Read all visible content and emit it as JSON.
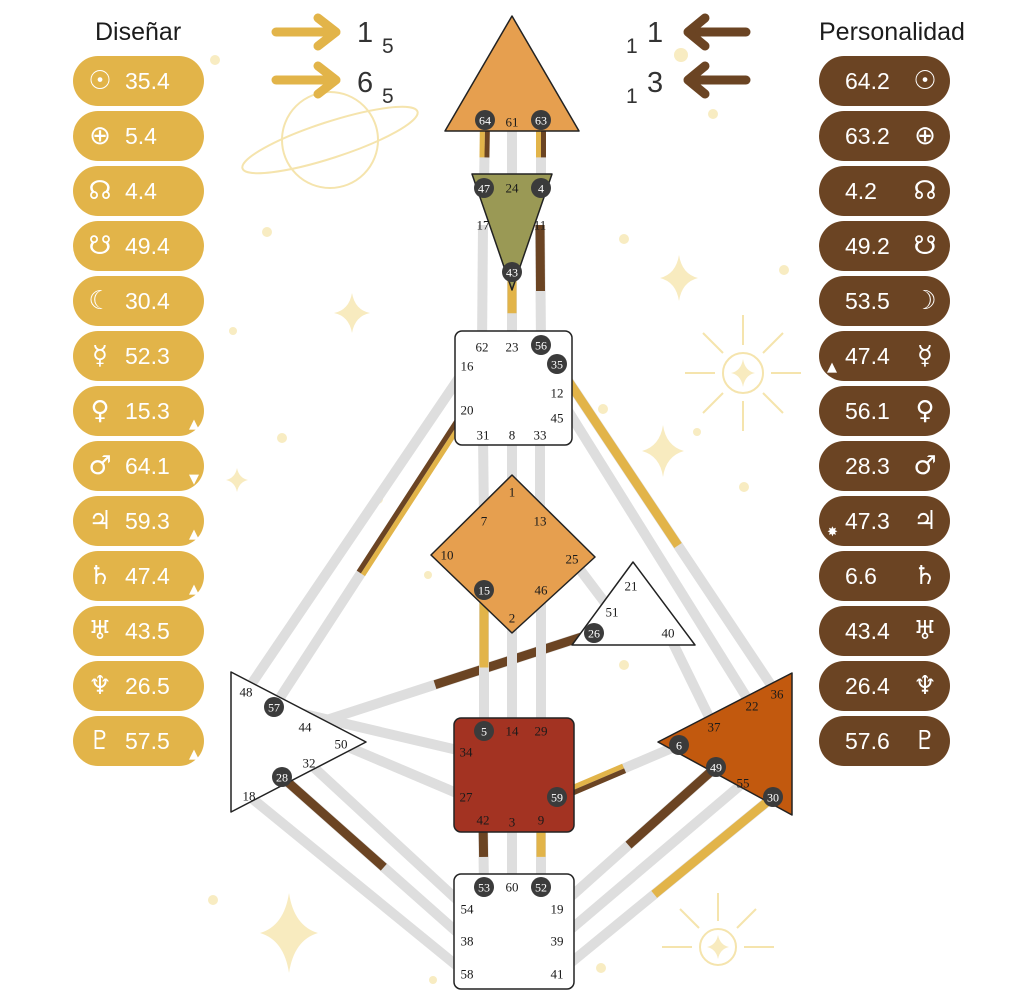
{
  "design_title": "Diseñar",
  "personality_title": "Personalidad",
  "colors": {
    "design": "#e2b449",
    "personality": "#6b4423",
    "channel": "#dedede"
  },
  "arrows": {
    "design": [
      {
        "digit": "1",
        "sub": "5"
      },
      {
        "digit": "6",
        "sub": "5"
      }
    ],
    "personality": [
      {
        "sub": "1",
        "digit": "1"
      },
      {
        "sub": "1",
        "digit": "3"
      }
    ]
  },
  "design": [
    {
      "symbol": "☉",
      "icon": "sun-icon",
      "value": "35.4",
      "mark": ""
    },
    {
      "symbol": "⊕",
      "icon": "earth-icon",
      "value": "5.4",
      "mark": ""
    },
    {
      "symbol": "☊",
      "icon": "north-node-icon",
      "value": "4.4",
      "mark": ""
    },
    {
      "symbol": "☋",
      "icon": "south-node-icon",
      "value": "49.4",
      "mark": ""
    },
    {
      "symbol": "☾",
      "icon": "moon-icon",
      "value": "30.4",
      "mark": ""
    },
    {
      "symbol": "☿",
      "icon": "mercury-icon",
      "value": "52.3",
      "mark": ""
    },
    {
      "symbol": "♀",
      "icon": "venus-icon",
      "value": "15.3",
      "mark": "▲"
    },
    {
      "symbol": "♂",
      "icon": "mars-icon",
      "value": "64.1",
      "mark": "▼"
    },
    {
      "symbol": "♃",
      "icon": "jupiter-icon",
      "value": "59.3",
      "mark": "▲"
    },
    {
      "symbol": "♄",
      "icon": "saturn-icon",
      "value": "47.4",
      "mark": "▲"
    },
    {
      "symbol": "♅",
      "icon": "uranus-icon",
      "value": "43.5",
      "mark": ""
    },
    {
      "symbol": "♆",
      "icon": "neptune-icon",
      "value": "26.5",
      "mark": ""
    },
    {
      "symbol": "♇",
      "icon": "pluto-icon",
      "value": "57.5",
      "mark": "▲"
    }
  ],
  "personality": [
    {
      "symbol": "☉",
      "icon": "sun-icon",
      "value": "64.2",
      "mark": ""
    },
    {
      "symbol": "⊕",
      "icon": "earth-icon",
      "value": "63.2",
      "mark": ""
    },
    {
      "symbol": "☊",
      "icon": "north-node-icon",
      "value": "4.2",
      "mark": ""
    },
    {
      "symbol": "☋",
      "icon": "south-node-icon",
      "value": "49.2",
      "mark": ""
    },
    {
      "symbol": "☽",
      "icon": "moon-icon",
      "value": "53.5",
      "mark": ""
    },
    {
      "symbol": "☿",
      "icon": "mercury-icon",
      "value": "47.4",
      "mark": "▲"
    },
    {
      "symbol": "♀",
      "icon": "venus-icon",
      "value": "56.1",
      "mark": ""
    },
    {
      "symbol": "♂",
      "icon": "mars-icon",
      "value": "28.3",
      "mark": ""
    },
    {
      "symbol": "♃",
      "icon": "jupiter-icon",
      "value": "47.3",
      "mark": "✸"
    },
    {
      "symbol": "♄",
      "icon": "saturn-icon",
      "value": "6.6",
      "mark": ""
    },
    {
      "symbol": "♅",
      "icon": "uranus-icon",
      "value": "43.4",
      "mark": ""
    },
    {
      "symbol": "♆",
      "icon": "neptune-icon",
      "value": "26.4",
      "mark": ""
    },
    {
      "symbol": "♇",
      "icon": "pluto-icon",
      "value": "57.6",
      "mark": ""
    }
  ],
  "centers": [
    {
      "name": "head",
      "color": "#e69f4f",
      "gates": [
        "64",
        "61",
        "63"
      ],
      "active": [
        "64",
        "63"
      ]
    },
    {
      "name": "ajna",
      "color": "#9a9955",
      "gates": [
        "47",
        "24",
        "4",
        "17",
        "11",
        "43"
      ],
      "active": [
        "47",
        "4",
        "43"
      ]
    },
    {
      "name": "throat",
      "color": "#ffffff",
      "gates": [
        "62",
        "23",
        "56",
        "35",
        "16",
        "12",
        "20",
        "45",
        "31",
        "8",
        "33"
      ],
      "active": [
        "56",
        "35"
      ]
    },
    {
      "name": "g",
      "color": "#e69f4f",
      "gates": [
        "1",
        "7",
        "13",
        "10",
        "25",
        "15",
        "46",
        "2"
      ],
      "active": [
        "15"
      ]
    },
    {
      "name": "heart",
      "color": "#ffffff",
      "gates": [
        "21",
        "51",
        "26",
        "40"
      ],
      "active": [
        "26"
      ]
    },
    {
      "name": "spleen",
      "color": "#ffffff",
      "gates": [
        "48",
        "57",
        "44",
        "50",
        "32",
        "28",
        "18"
      ],
      "active": [
        "57",
        "28"
      ]
    },
    {
      "name": "sacral",
      "color": "#a33322",
      "gates": [
        "5",
        "14",
        "29",
        "34",
        "27",
        "59",
        "42",
        "3",
        "9"
      ],
      "active": [
        "5",
        "59"
      ]
    },
    {
      "name": "solar-plexus",
      "color": "#c2590e",
      "gates": [
        "36",
        "22",
        "37",
        "6",
        "49",
        "55",
        "30"
      ],
      "active": [
        "6",
        "49",
        "30"
      ]
    },
    {
      "name": "root",
      "color": "#ffffff",
      "gates": [
        "53",
        "60",
        "52",
        "54",
        "19",
        "38",
        "39",
        "58",
        "41"
      ],
      "active": [
        "53",
        "52"
      ]
    }
  ],
  "channels": [
    {
      "gates": [
        "64",
        "47"
      ],
      "activation": [
        "personality",
        "design"
      ]
    },
    {
      "gates": [
        "63",
        "4"
      ],
      "activation": [
        "personality",
        "design"
      ]
    },
    {
      "gates": [
        "61",
        "24"
      ],
      "activation": []
    },
    {
      "gates": [
        "43",
        "23"
      ],
      "activation": [
        "design"
      ]
    },
    {
      "gates": [
        "17",
        "62"
      ],
      "activation": []
    },
    {
      "gates": [
        "11",
        "56"
      ],
      "activation": [
        "personality"
      ]
    },
    {
      "gates": [
        "35",
        "36"
      ],
      "activation": [
        "design"
      ]
    },
    {
      "gates": [
        "12",
        "22"
      ],
      "activation": []
    },
    {
      "gates": [
        "16",
        "48"
      ],
      "activation": []
    },
    {
      "gates": [
        "20",
        "57"
      ],
      "activation": [
        "design",
        "personality"
      ]
    },
    {
      "gates": [
        "31",
        "7"
      ],
      "activation": []
    },
    {
      "gates": [
        "8",
        "1"
      ],
      "activation": []
    },
    {
      "gates": [
        "33",
        "13"
      ],
      "activation": []
    },
    {
      "gates": [
        "25",
        "51"
      ],
      "activation": []
    },
    {
      "gates": [
        "26",
        "44"
      ],
      "activation": [
        "personality"
      ]
    },
    {
      "gates": [
        "40",
        "37"
      ],
      "activation": []
    },
    {
      "gates": [
        "15",
        "5"
      ],
      "activation": [
        "design"
      ]
    },
    {
      "gates": [
        "2",
        "14"
      ],
      "activation": []
    },
    {
      "gates": [
        "46",
        "29"
      ],
      "activation": []
    },
    {
      "gates": [
        "27",
        "50"
      ],
      "activation": []
    },
    {
      "gates": [
        "34",
        "57"
      ],
      "activation": []
    },
    {
      "gates": [
        "59",
        "6"
      ],
      "activation": [
        "design",
        "personality"
      ]
    },
    {
      "gates": [
        "42",
        "53"
      ],
      "activation": [
        "personality"
      ]
    },
    {
      "gates": [
        "3",
        "60"
      ],
      "activation": []
    },
    {
      "gates": [
        "9",
        "52"
      ],
      "activation": [
        "design"
      ]
    },
    {
      "gates": [
        "32",
        "54"
      ],
      "activation": []
    },
    {
      "gates": [
        "28",
        "38"
      ],
      "activation": [
        "personality"
      ]
    },
    {
      "gates": [
        "18",
        "58"
      ],
      "activation": []
    },
    {
      "gates": [
        "49",
        "19"
      ],
      "activation": [
        "personality"
      ]
    },
    {
      "gates": [
        "55",
        "39"
      ],
      "activation": []
    },
    {
      "gates": [
        "30",
        "41"
      ],
      "activation": [
        "design"
      ]
    }
  ]
}
